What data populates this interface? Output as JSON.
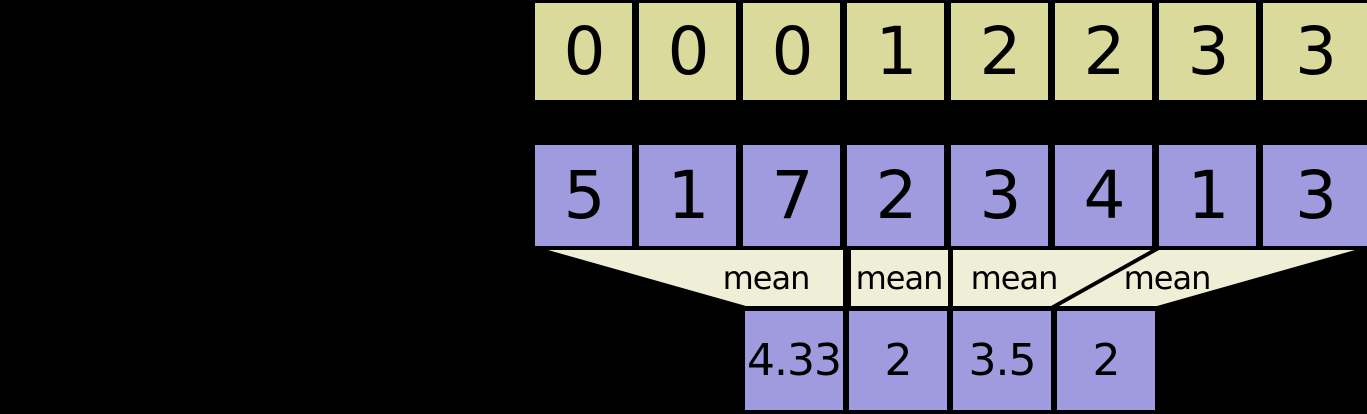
{
  "diagram": {
    "rows": {
      "segment_ids": {
        "cells": [
          "0",
          "0",
          "0",
          "1",
          "2",
          "2",
          "3",
          "3"
        ]
      },
      "data": {
        "cells": [
          "5",
          "1",
          "7",
          "2",
          "3",
          "4",
          "1",
          "3"
        ]
      },
      "output": {
        "cells": [
          "4.33",
          "2",
          "3.5",
          "2"
        ]
      }
    },
    "operation_labels": [
      "mean",
      "mean",
      "mean",
      "mean"
    ]
  },
  "colors": {
    "background": "#000000",
    "segment_ids_fill": "#d9da9b",
    "data_fill": "#a09ade",
    "funnel_fill": "#eeefd6",
    "text": "#000000"
  }
}
